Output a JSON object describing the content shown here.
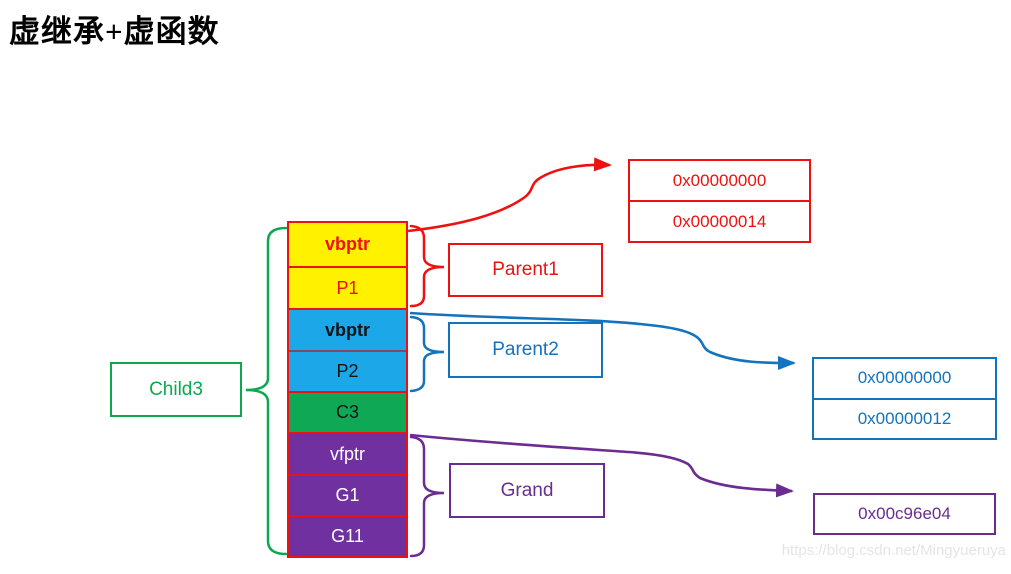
{
  "title": "虚继承+虚函数",
  "object_label": "Child3",
  "stack_rows": [
    "vbptr",
    "P1",
    "vbptr",
    "P2",
    "C3",
    "vfptr",
    "G1",
    "G11"
  ],
  "group_labels": {
    "parent1": "Parent1",
    "parent2": "Parent2",
    "grand": "Grand"
  },
  "vbtable_parent1": [
    "0x00000000",
    "0x00000014"
  ],
  "vbtable_parent2": [
    "0x00000000",
    "0x00000012"
  ],
  "vftable_grand": [
    "0x00c96e04"
  ],
  "watermark": "https://blog.csdn.net/Mingyueruya",
  "colors": {
    "red": "#EE1111",
    "yellow_fill": "#FFF100",
    "blue_fill": "#1BA7E8",
    "blue_dark": "#1473BD",
    "green": "#0BA94F",
    "green_fill": "#0FA955",
    "purple_fill": "#7030A0",
    "purple_dark": "#6A2C91"
  }
}
